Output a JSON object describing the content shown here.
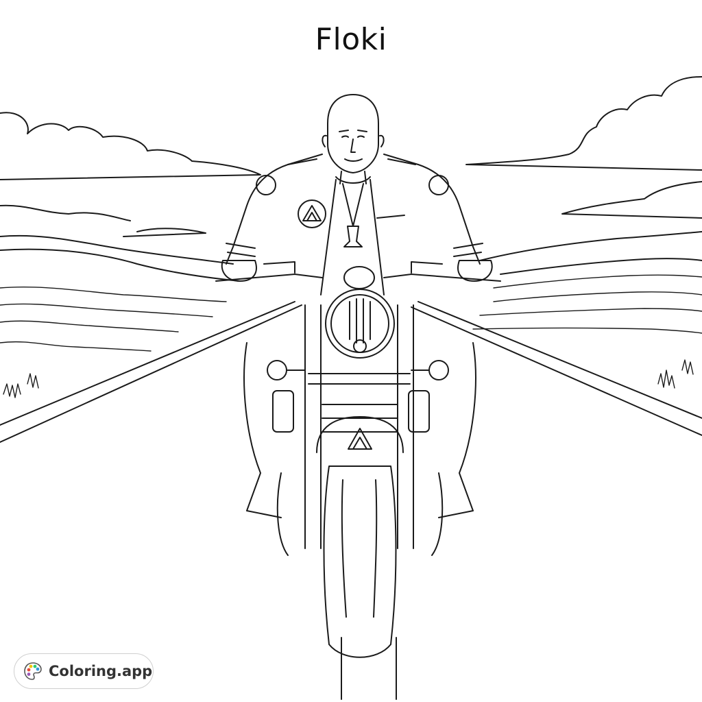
{
  "page": {
    "title": "Floki"
  },
  "illustration": {
    "subject": "bald-biker-on-motorcycle",
    "style": "line-art-coloring-page",
    "line_color": "#1a1a1a",
    "background": "#ffffff"
  },
  "brand_badge": {
    "label": "Coloring.app",
    "icon": "palette-icon",
    "icon_colors": [
      "#e74c3c",
      "#f1c40f",
      "#2ecc71",
      "#3498db",
      "#9b59b6"
    ]
  }
}
